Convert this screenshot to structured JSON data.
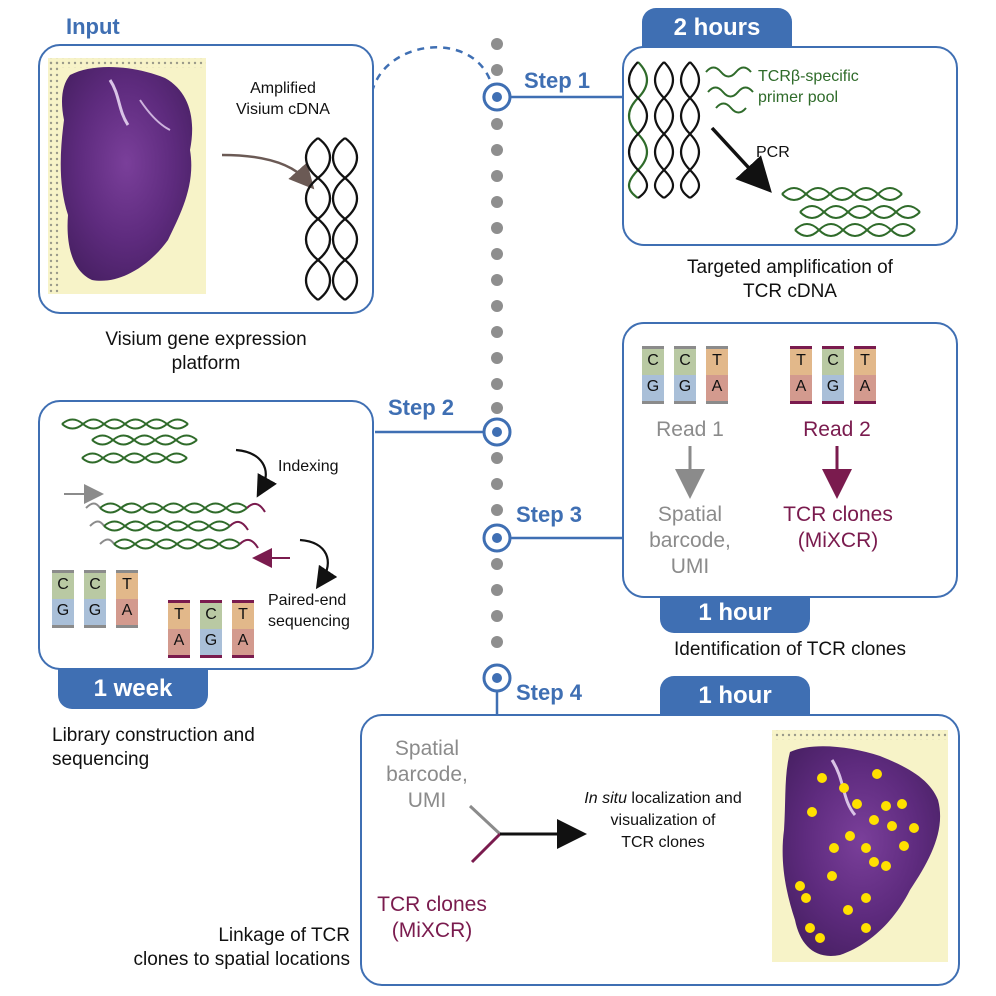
{
  "input_label": "Input",
  "input_panel": {
    "amplified_line1": "Amplified",
    "amplified_line2": "Visium cDNA",
    "caption_line1": "Visium gene expression",
    "caption_line2": "platform"
  },
  "step1": {
    "label": "Step 1",
    "duration": "2 hours",
    "primer_line1": "TCRβ-specific",
    "primer_line2": "primer pool",
    "pcr": "PCR",
    "caption_line1": "Targeted amplification of",
    "caption_line2": "TCR cDNA"
  },
  "step2": {
    "label": "Step 2",
    "duration": "1 week",
    "indexing": "Indexing",
    "paired_line1": "Paired-end",
    "paired_line2": "sequencing",
    "caption_line1": "Library construction and",
    "caption_line2": "sequencing"
  },
  "step3": {
    "label": "Step 3",
    "duration": "1 hour",
    "read1": "Read 1",
    "read2": "Read 2",
    "spatial_line1": "Spatial",
    "spatial_line2": "barcode,",
    "spatial_line3": "UMI",
    "tcr_line1": "TCR clones",
    "tcr_line2": "(MiXCR)",
    "caption": "Identification of TCR clones"
  },
  "step4": {
    "label": "Step 4",
    "duration": "1 hour",
    "spatial_line1": "Spatial",
    "spatial_line2": "barcode,",
    "spatial_line3": "UMI",
    "tcr_line1": "TCR clones",
    "tcr_line2": "(MiXCR)",
    "insitu_italic": "In situ",
    "insitu_rest": " localization and",
    "vis_line2": "visualization of",
    "vis_line3": "TCR clones",
    "caption_line1": "Linkage of TCR",
    "caption_line2": "clones to spatial locations"
  },
  "bases": {
    "pair1": [
      "C",
      "G"
    ],
    "pair2": [
      "C",
      "G"
    ],
    "pair3": [
      "T",
      "A"
    ],
    "pair4": [
      "C",
      "G"
    ],
    "pair5": [
      "T",
      "A"
    ]
  },
  "colors": {
    "accent": "#3f6fb3",
    "maroon": "#7a1b4e",
    "green_strand": "#2f6b2a",
    "gray": "#8b8b8b",
    "base_C": "#b9c9a3",
    "base_G": "#a9bfd8",
    "base_T": "#e2b88a",
    "base_A": "#d39a8e",
    "clone_dot": "#ffe000"
  }
}
